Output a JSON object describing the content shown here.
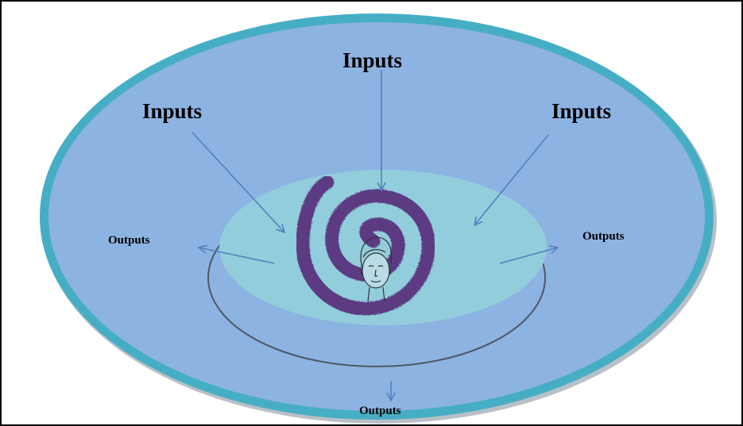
{
  "diagram": {
    "inputs": [
      {
        "label": "Inputs"
      },
      {
        "label": "Inputs"
      },
      {
        "label": "Inputs"
      }
    ],
    "outputs": [
      {
        "label": "Outputs"
      },
      {
        "label": "Outputs"
      },
      {
        "label": "Outputs"
      }
    ],
    "colors": {
      "outer_ring": "#46aec4",
      "outer_fill": "#8db3e2",
      "inner_disc": "#92cddc",
      "spiral": "#5b3a83",
      "arrow": "#4f81bd",
      "plate_rim": "#4d5866"
    },
    "icons": {
      "center": "person-face-icon",
      "spiral": "spiral-icon"
    }
  }
}
